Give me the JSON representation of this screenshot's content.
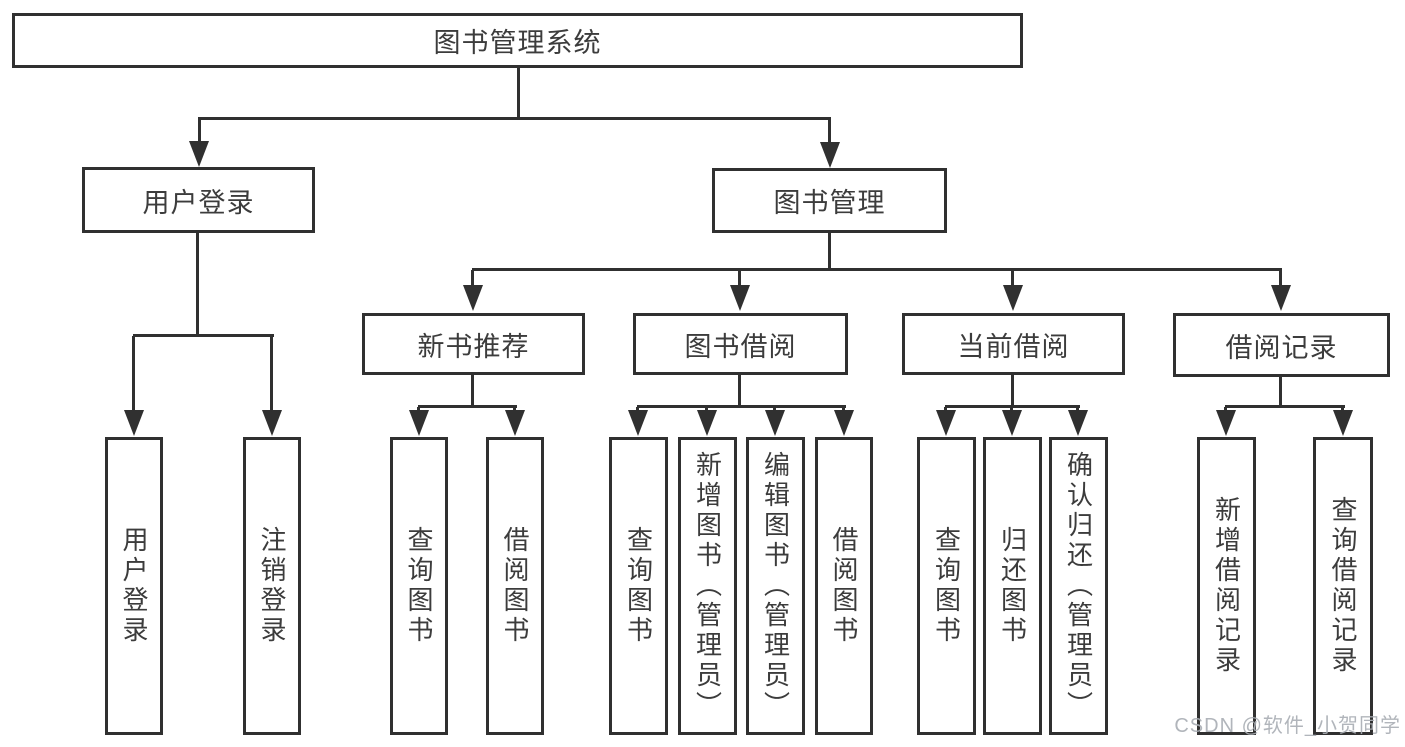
{
  "title": "图书管理系统",
  "tree": {
    "label": "图书管理系统",
    "children": [
      {
        "label": "用户登录",
        "children": [
          {
            "label": "用户登录"
          },
          {
            "label": "注销登录"
          }
        ]
      },
      {
        "label": "图书管理",
        "children": [
          {
            "label": "新书推荐",
            "children": [
              {
                "label": "查询图书"
              },
              {
                "label": "借阅图书"
              }
            ]
          },
          {
            "label": "图书借阅",
            "children": [
              {
                "label": "查询图书"
              },
              {
                "label": "新增图书（管理员）"
              },
              {
                "label": "编辑图书（管理员）"
              },
              {
                "label": "借阅图书"
              }
            ]
          },
          {
            "label": "当前借阅",
            "children": [
              {
                "label": "查询图书"
              },
              {
                "label": "归还图书"
              },
              {
                "label": "确认归还（管理员）"
              }
            ]
          },
          {
            "label": "借阅记录",
            "children": [
              {
                "label": "新增借阅记录"
              },
              {
                "label": "查询借阅记录"
              }
            ]
          }
        ]
      }
    ]
  },
  "watermark": "CSDN @软件_小贺同学",
  "colors": {
    "line": "#303030",
    "text": "#3c3c3c",
    "background": "#ffffff",
    "watermark": "#a9aeb4"
  }
}
